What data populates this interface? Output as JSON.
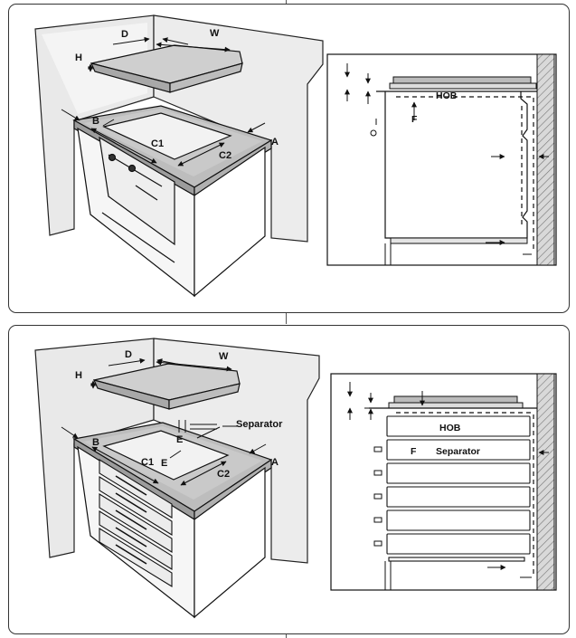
{
  "top": {
    "labels": {
      "D": "D",
      "W": "W",
      "H": "H",
      "B": "B",
      "A": "A",
      "C1": "C1",
      "C2": "C2"
    },
    "section": {
      "hob": "HOB",
      "f": "F"
    }
  },
  "bottom": {
    "labels": {
      "D": "D",
      "W": "W",
      "H": "H",
      "B": "B",
      "A": "A",
      "C1": "C1",
      "C2": "C2",
      "E1": "E",
      "E2": "E",
      "separator": "Separator"
    },
    "section": {
      "hob": "HOB",
      "f": "F",
      "separator": "Separator"
    }
  }
}
